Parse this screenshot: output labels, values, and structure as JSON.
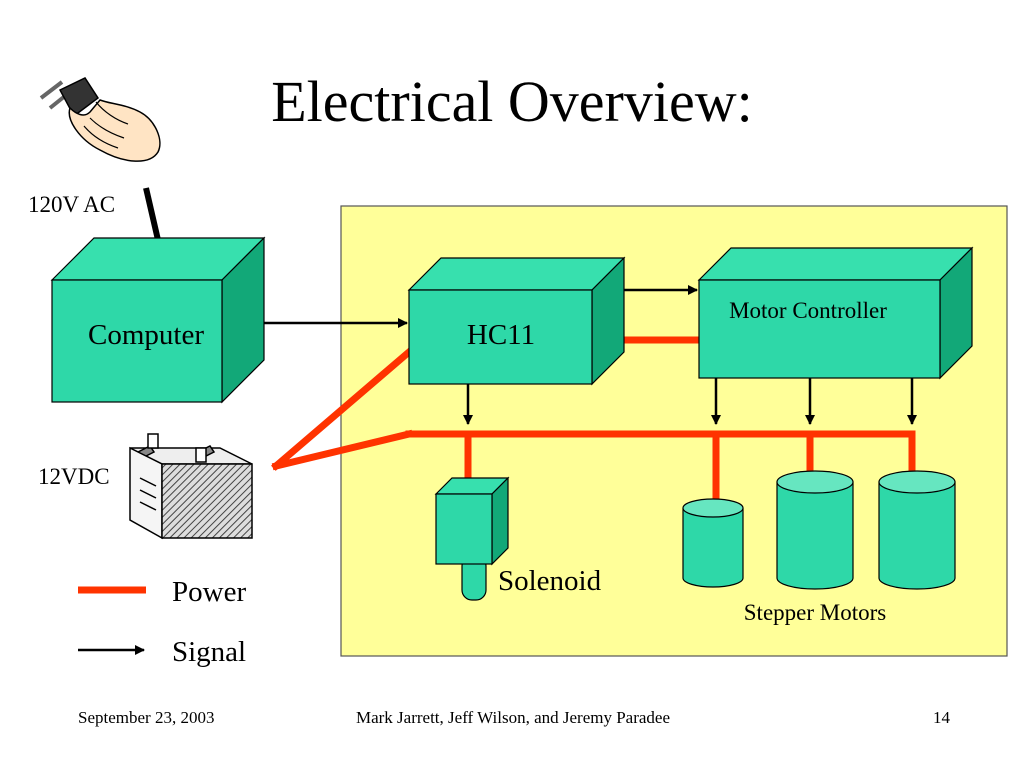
{
  "title": "Electrical Overview:",
  "labels": {
    "ac": "120V AC",
    "dc": "12VDC",
    "computer": "Computer",
    "hc11": "HC11",
    "motor_controller": "Motor Controller",
    "solenoid": "Solenoid",
    "stepper_motors": "Stepper Motors"
  },
  "legend": {
    "power": "Power",
    "signal": "Signal"
  },
  "colors": {
    "box_face": "#2ed8a8",
    "box_top": "#37e0ae",
    "box_side": "#12a878",
    "panel": "#ffff99",
    "power": "#ff3300",
    "signal": "#000000"
  },
  "footer": {
    "date": "September 23, 2003",
    "authors": "Mark Jarrett, Jeff Wilson, and Jeremy Paradee",
    "page": "14"
  }
}
